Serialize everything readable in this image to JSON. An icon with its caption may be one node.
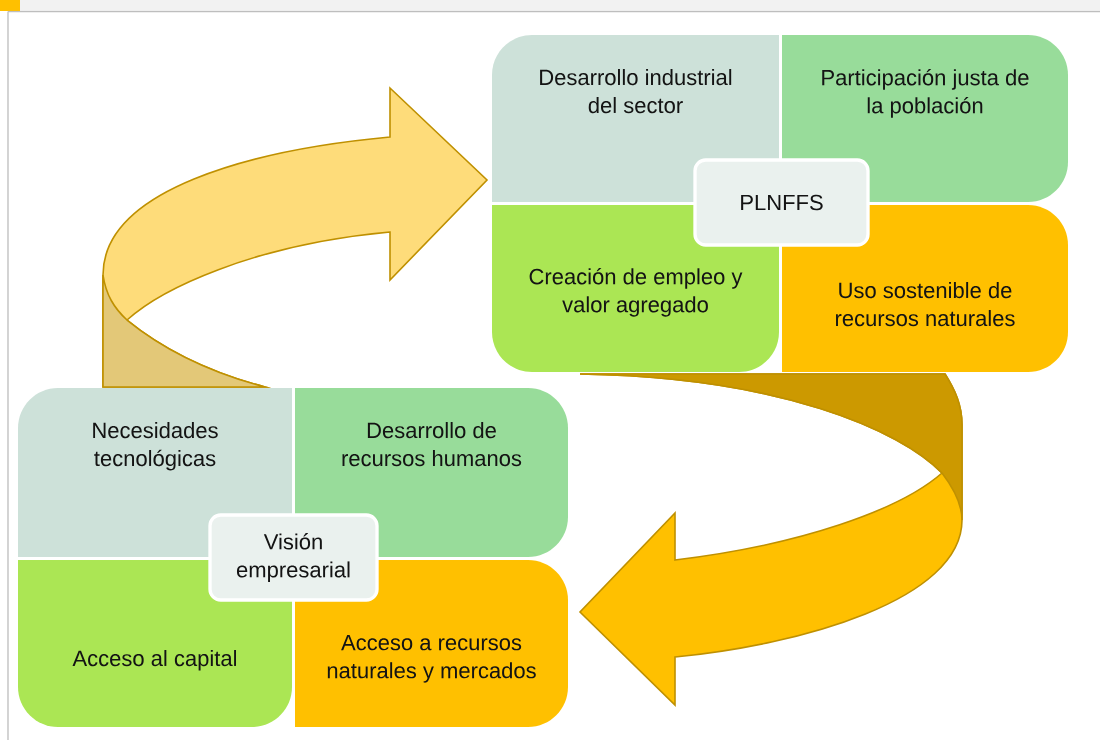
{
  "diagram": {
    "nodes": [
      {
        "text": [
          "Desarrollo industrial del sector"
        ]
      },
      {
        "text": [
          "Participación justa de la población"
        ]
      },
      {
        "text": [
          "Creación de empleo y valor agregado"
        ]
      },
      {
        "text": [
          "Uso sostenible de recursos naturales"
        ]
      },
      {
        "text": [
          "PLNFFS"
        ]
      },
      {
        "text": [
          "Necesidades tecnológicas"
        ]
      },
      {
        "text": [
          "Desarrollo de recursos humanos"
        ]
      },
      {
        "text": [
          "Acceso al capital"
        ]
      },
      {
        "text": [
          "Acceso a recursos naturales y  mercados"
        ]
      },
      {
        "text": [
          "Visión empresarial"
        ]
      }
    ],
    "edges": [
      {
        "from": 5,
        "to": 0,
        "arrow": "to"
      },
      {
        "from": 2,
        "to": 8,
        "arrow": "to"
      }
    ]
  }
}
